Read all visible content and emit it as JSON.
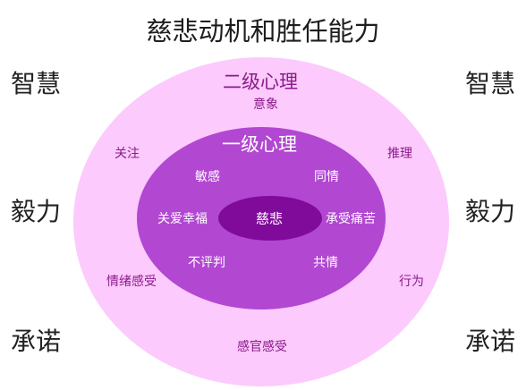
{
  "title": "慈悲动机和胜任能力",
  "side_left": [
    "智慧",
    "毅力",
    "承诺"
  ],
  "side_right": [
    "智慧",
    "毅力",
    "承诺"
  ],
  "outer_circle": {
    "title": "二级心理",
    "items": [
      "意象",
      "关注",
      "推理",
      "情绪感受",
      "行为",
      "感官感受"
    ]
  },
  "inner_circle": {
    "title": "一级心理",
    "items": [
      "敏感",
      "同情",
      "关爱幸福",
      "承受痛苦",
      "不评判",
      "共情"
    ]
  },
  "core": "慈悲",
  "colors": {
    "outer": "#fccafc",
    "inner": "#b247d2",
    "core": "#800b9a"
  }
}
